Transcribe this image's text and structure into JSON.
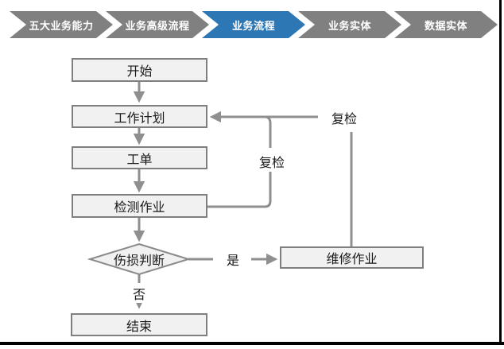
{
  "breadcrumb": {
    "items": [
      {
        "label": "五大业务能力",
        "active": false
      },
      {
        "label": "业务高级流程",
        "active": false
      },
      {
        "label": "业务流程",
        "active": true
      },
      {
        "label": "业务实体",
        "active": false
      },
      {
        "label": "数据实体",
        "active": false
      }
    ]
  },
  "flowchart": {
    "nodes": {
      "start": "开始",
      "plan": "工作计划",
      "order": "工单",
      "inspect": "检测作业",
      "decision": "伤损判断",
      "repair": "维修作业",
      "end": "结束"
    },
    "edge_labels": {
      "recheck_loop": "复检",
      "recheck_repair": "复检",
      "yes": "是",
      "no": "否"
    }
  },
  "colors": {
    "step_inactive": "#808080",
    "step_active": "#2e77b5",
    "step_text": "#ffffff",
    "node_fill": "#f1f1f1",
    "node_border": "#7f7f7f",
    "connector": "#8f8f8f",
    "label_text": "#1a1a1a",
    "frame": "#000000"
  }
}
